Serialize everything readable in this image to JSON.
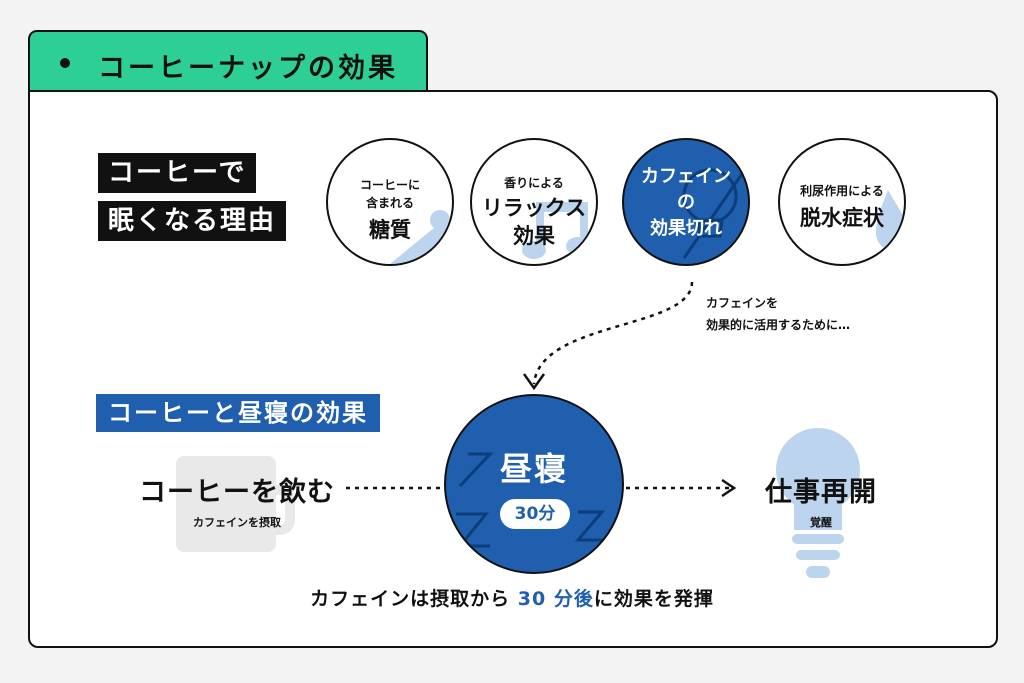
{
  "header": {
    "title": "コーヒーナップの効果"
  },
  "reasons": {
    "heading_line1": "コーヒーで",
    "heading_line2": "眠くなる理由",
    "items": [
      {
        "small1": "コーヒーに",
        "small2": "含まれる",
        "big": "糖質",
        "icon": "sugar-drop-icon"
      },
      {
        "small1": "香りによる",
        "big1": "リラックス",
        "big2": "効果",
        "icon": "music-note-icon"
      },
      {
        "line1": "カフェイン",
        "line2": "の",
        "line3": "効果切れ",
        "icon": "lightbulb-off-icon"
      },
      {
        "small1": "利尿作用による",
        "big": "脱水症状",
        "icon": "water-drop-icon"
      }
    ],
    "note_line1": "カフェインを",
    "note_line2": "効果的に活用するために…"
  },
  "nap_section": {
    "heading": "コーヒーと昼寝の効果",
    "step1": {
      "label": "コーヒーを飲む",
      "sub": "カフェインを摂取",
      "icon": "coffee-cup-icon"
    },
    "step2": {
      "label": "昼寝",
      "badge": "30分",
      "icon": "zzz-icon"
    },
    "step3": {
      "label": "仕事再開",
      "sub": "覚醒",
      "icon": "lightbulb-icon"
    },
    "caption_before": "カフェインは摂取から ",
    "caption_highlight": "30 分後",
    "caption_after": "に効果を発揮"
  },
  "colors": {
    "accent_green": "#2ecf96",
    "accent_blue": "#1f5fae",
    "light_blue": "#bcd4ee",
    "text": "#111111"
  }
}
